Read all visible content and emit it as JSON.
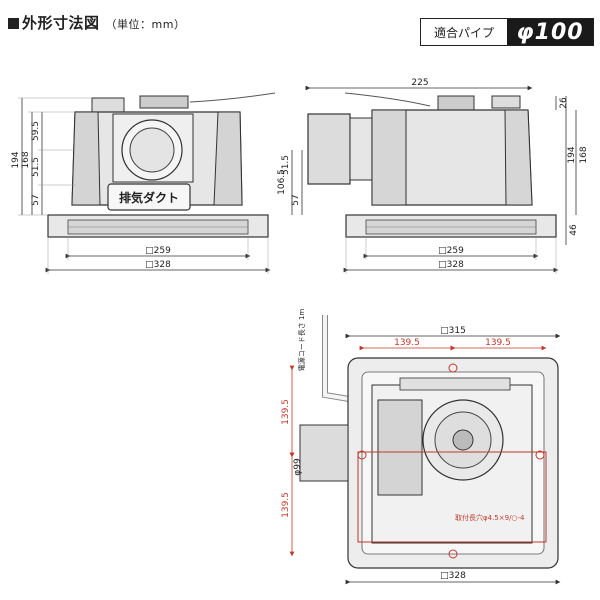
{
  "header": {
    "title": "外形寸法図",
    "unit": "（単位：mm）",
    "pipe_label": "適合パイプ",
    "pipe_value": "φ100"
  },
  "front_view": {
    "left_dims": [
      "194",
      "168",
      "59.5",
      "51.5",
      "57"
    ],
    "bottom_dims": [
      "□259",
      "□328"
    ],
    "label": "排気ダクト"
  },
  "side_view": {
    "top_dim": "225",
    "left_dims": [
      "51.5",
      "106.5",
      "57"
    ],
    "right_dims": [
      "26",
      "194",
      "168",
      "46"
    ],
    "bottom_dims": [
      "□259",
      "□328"
    ]
  },
  "plan_view": {
    "top_dims": [
      "□315",
      "139.5",
      "139.5"
    ],
    "left_dims": [
      "139.5",
      "φ99",
      "139.5"
    ],
    "bottom_dim": "□328",
    "cord_label": "電源コード長さ 1m",
    "hole_label": "取付長穴φ4.5×9/○-4"
  }
}
